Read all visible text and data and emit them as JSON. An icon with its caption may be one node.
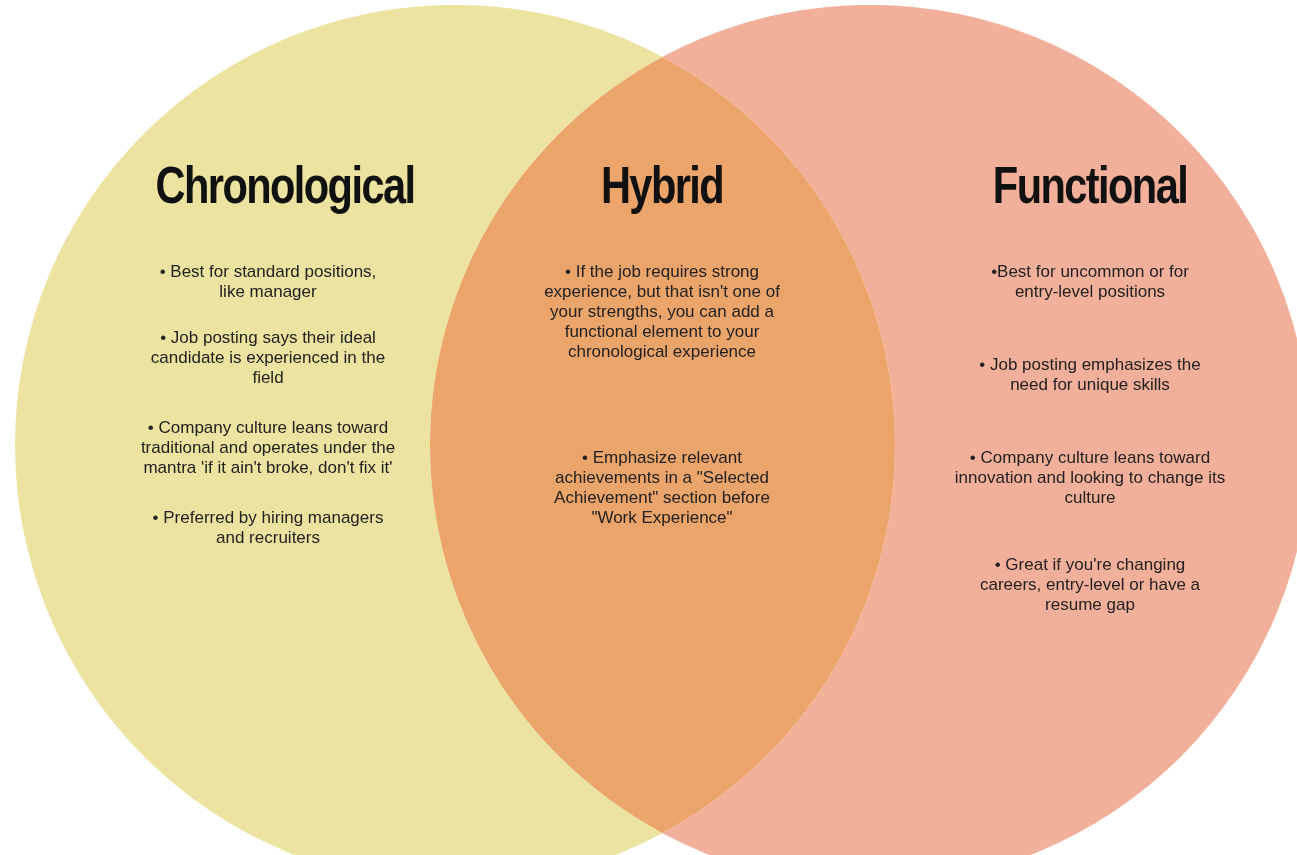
{
  "diagram": {
    "nodes": [
      {
        "text": [
          "Chronological",
          "• Best for standard positions, like manager",
          "• Job posting says their ideal candidate is experienced in the field",
          "• Company culture leans toward traditional and operates under the mantra 'if it ain't broke, don't fix it'",
          "• Preferred by hiring managers and recruiters"
        ]
      },
      {
        "text": [
          "Hybrid",
          "• If the job requires strong experience, but that isn't one of your strengths, you can add a functional element to your chronological experience",
          "• Emphasize relevant achievements in a \"Selected Achievement\" section before \"Work Experience\""
        ]
      },
      {
        "text": [
          "Functional",
          "•Best for uncommon or for entry-level positions",
          "• Job posting emphasizes the need for unique skills",
          "• Company culture leans toward innovation and looking to change its culture",
          "• Great if you're changing careers, entry-level or have a resume gap"
        ]
      }
    ]
  }
}
